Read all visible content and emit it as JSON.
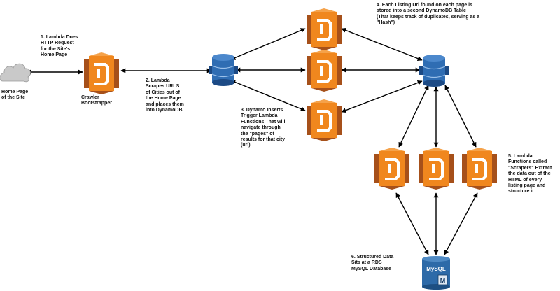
{
  "nodes": {
    "cloud": {
      "icon": "cloud-icon",
      "label": "Home Page\nof the Site",
      "color": "#c9c9c9"
    },
    "bootstrapper": {
      "icon": "lambda-icon",
      "label": "Crawler\nBootstrapper"
    },
    "dynamodb_cities": {
      "icon": "dynamodb-icon"
    },
    "dynamodb_listings": {
      "icon": "dynamodb-icon"
    },
    "mysql": {
      "icon": "mysql-database-icon",
      "label": "MySQL"
    }
  },
  "notes": {
    "step1": "1. Lambda Does\nHTTP Request\nfor the Site's\nHome Page",
    "step2": "2. Lambda\nScrapes URLS\nof Cities out of\nthe Home Page\nand places them\ninto DynamoDB",
    "step3": "3. Dynamo Inserts\nTrigger Lambda\nFunctions That will\nnavigate through\nthe \"pages\" of\nresults for that city\n(url)",
    "step4": "4. Each Listing Url found on each page is\nstored into a second DynamoDB Table\n(That keeps track of duplicates, serving as a\n\"Hash\")",
    "step5": "5. Lambda\nFunctions called\n\"Scrapers\" Extract\nthe data out of the\nHTML of every\nlisting page and\nstructure it",
    "step6": "6. Structured Data\nSits at a RDS\nMySQL Database"
  },
  "colors": {
    "lambda_orange": "#f0871e",
    "lambda_dark": "#a6501a",
    "dynamo_blue": "#2f6db3",
    "dynamo_dark": "#1c4a85",
    "mysql_blue": "#2d6aa8",
    "arrow": "#000000"
  }
}
